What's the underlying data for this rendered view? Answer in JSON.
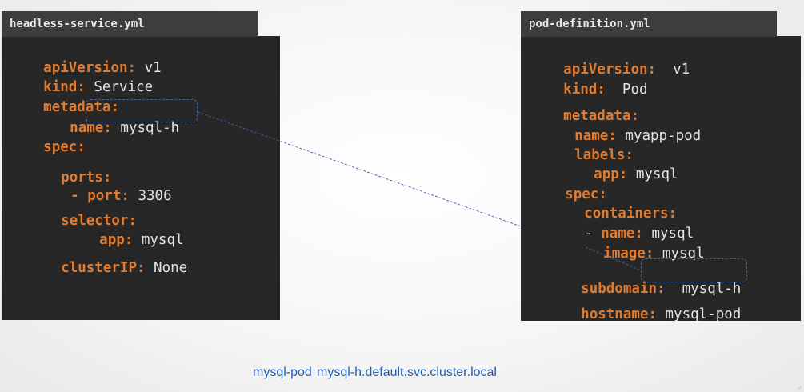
{
  "left_file": {
    "tab": "headless-service.yml",
    "lines": [
      {
        "key": "apiVersion:",
        "value": " v1"
      },
      {
        "key": "kind:",
        "value": " Service"
      },
      {
        "key": "metadata:",
        "value": ""
      },
      {
        "key": "name:",
        "value": " mysql-h"
      },
      {
        "key": "spec:",
        "value": ""
      },
      {
        "key": "ports:",
        "value": ""
      },
      {
        "key": "- port:",
        "value": " 3306"
      },
      {
        "key": "selector:",
        "value": ""
      },
      {
        "key": "app:",
        "value": " mysql"
      },
      {
        "key": "clusterIP:",
        "value": " None"
      }
    ]
  },
  "right_file": {
    "tab": "pod-definition.yml",
    "lines": [
      {
        "key": "apiVersion:",
        "value": "  v1"
      },
      {
        "key": "kind:",
        "value": "  Pod"
      },
      {
        "key": "metadata:",
        "value": ""
      },
      {
        "key": "name:",
        "value": " myapp-pod"
      },
      {
        "key": "labels:",
        "value": ""
      },
      {
        "key": "app:",
        "value": " mysql"
      },
      {
        "key": "spec:",
        "value": ""
      },
      {
        "key": "containers:",
        "value": ""
      },
      {
        "dash": "- ",
        "key": "name:",
        "value": " mysql"
      },
      {
        "key": "image:",
        "value": " mysql"
      },
      {
        "key": "subdomain:",
        "value": "  mysql-h"
      },
      {
        "key": "hostname:",
        "value": " mysql-pod"
      }
    ]
  },
  "fqdn": {
    "pod": "mysql-pod",
    "rest": "mysql-h.default.svc.cluster.local"
  },
  "colors": {
    "code_bg": "#272727",
    "tab_bg": "#3d3d3d",
    "key": "#e07b30",
    "value": "#e3e3e3",
    "link": "#1f5fb9",
    "connector": "#3d5fae"
  }
}
